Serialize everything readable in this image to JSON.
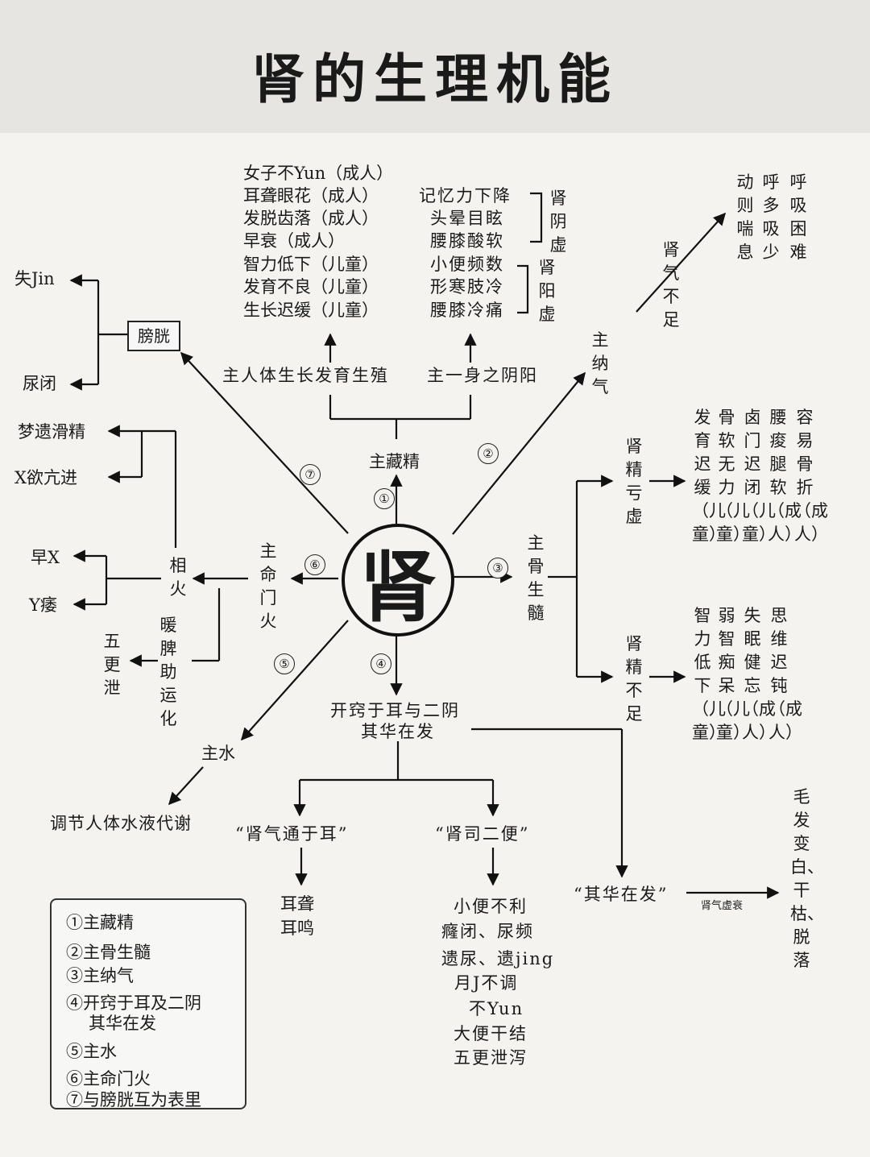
{
  "title": "肾的生理机能",
  "central": "肾",
  "top": {
    "symptoms_left": [
      "女子不Yun（成人）",
      "耳聋眼花（成人）",
      "发脱齿落（成人）",
      "早衰（成人）",
      "智力低下（儿童）",
      "发育不良（儿童）",
      "生长迟缓（儿童）"
    ],
    "symptoms_right": [
      "记忆力下降",
      "头晕目眩",
      "腰膝酸软",
      "小便频数",
      "形寒肢冷",
      "腰膝冷痛"
    ],
    "kidney_yin_deficiency": "肾阴虚",
    "kidney_yang_deficiency": "肾阳虚",
    "growth_label": "主人体生长发育生殖",
    "yinyang_label": "主一身之阴阳",
    "store_essence": "主藏精"
  },
  "bladder": {
    "box": "膀胱",
    "loss": "失Jin",
    "retention": "尿闭"
  },
  "grasp_qi": {
    "label": "主纳气",
    "deficiency": "肾气不足",
    "symptoms": [
      "呼吸困难",
      "呼多吸少",
      "动则喘息"
    ]
  },
  "bone": {
    "label": "主骨生髓",
    "essence_deficient": "肾精亏虚",
    "essence_insufficient": "肾精不足",
    "group1": [
      "容易骨折（成人）",
      "腰痠腿软（成人）",
      "卤门迟闭（儿童）",
      "骨软无力（儿童）",
      "发育迟缓（儿童）"
    ],
    "group2": [
      "思维迟钝（成人）",
      "失眠健忘（成人）",
      "弱智痴呆（儿童）",
      "智力低下（儿童）"
    ]
  },
  "fire": {
    "label": "主命门火",
    "minister_fire": "相火",
    "warm_spleen": "暖脾助运化",
    "diarrhea": "五更泄",
    "dreams": "梦遗滑精",
    "desire": "X欲亢进",
    "early": "早X",
    "impotence": "Y痿"
  },
  "water": {
    "label": "主水",
    "regulate": "调节人体水液代谢"
  },
  "orifices": {
    "label_line1": "开窍于耳与二阴",
    "label_line2": "其华在发",
    "ear_quote": "“肾气通于耳”",
    "ear_symptoms": [
      "耳聋",
      "耳鸣"
    ],
    "two_bowels_quote": "“肾司二便”",
    "bowel_symptoms": [
      "小便不利",
      "癃闭、尿频",
      "遗尿、遗jing",
      "月J不调",
      "不Yun",
      "大便干结",
      "五更泄泻"
    ],
    "hair_quote": "“其华在发”",
    "hair_arrow_label": "肾气虚衰",
    "hair_symptoms": "毛发变白、干枯、脱落"
  },
  "numbers": [
    "①",
    "②",
    "③",
    "④",
    "⑤",
    "⑥",
    "⑦"
  ],
  "legend": [
    "①主藏精",
    "②主骨生髓",
    "③主纳气",
    "④开窍于耳及二阴",
    "其华在发",
    "⑤主水",
    "⑥主命门火",
    "⑦与膀胱互为表里"
  ]
}
